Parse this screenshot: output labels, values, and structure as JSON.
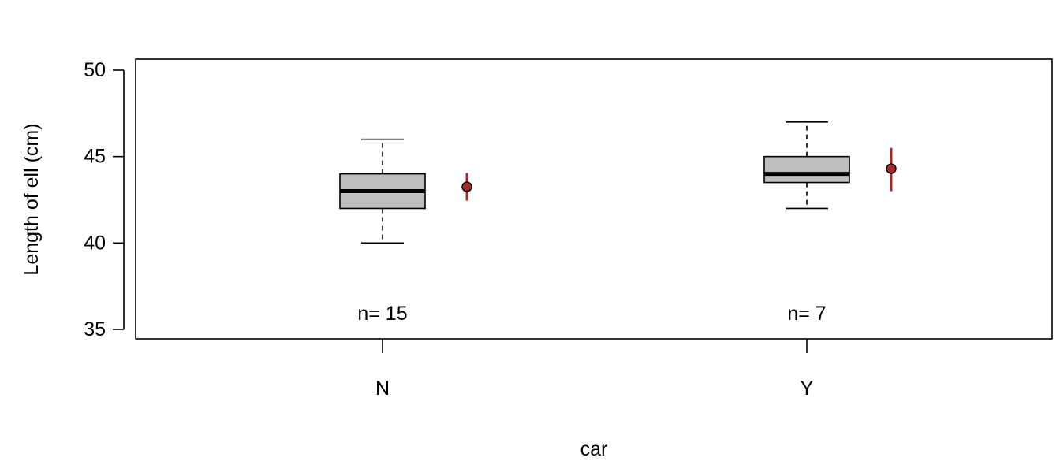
{
  "chart_data": {
    "type": "box",
    "xlabel": "car",
    "ylabel": "Length of ell (cm)",
    "ylim": [
      35,
      50
    ],
    "yticks": [
      "35",
      "40",
      "45",
      "50"
    ],
    "categories": [
      "N",
      "Y"
    ],
    "grid": false,
    "legend": "none",
    "boxes": [
      {
        "category": "N",
        "whisker_low": 40,
        "q1": 42,
        "median": 43,
        "q3": 44,
        "whisker_high": 46,
        "mean": 43.25,
        "ci_low": 42.45,
        "ci_high": 44.05,
        "n_label": "n= 15"
      },
      {
        "category": "Y",
        "whisker_low": 42,
        "q1": 43.5,
        "median": 44,
        "q3": 45,
        "whisker_high": 47,
        "mean": 44.3,
        "ci_low": 43.0,
        "ci_high": 45.5,
        "n_label": "n= 7"
      }
    ],
    "colors": {
      "box_fill": "#bebebe",
      "mean_marker": "#a52a2a",
      "axis": "#000000"
    }
  }
}
